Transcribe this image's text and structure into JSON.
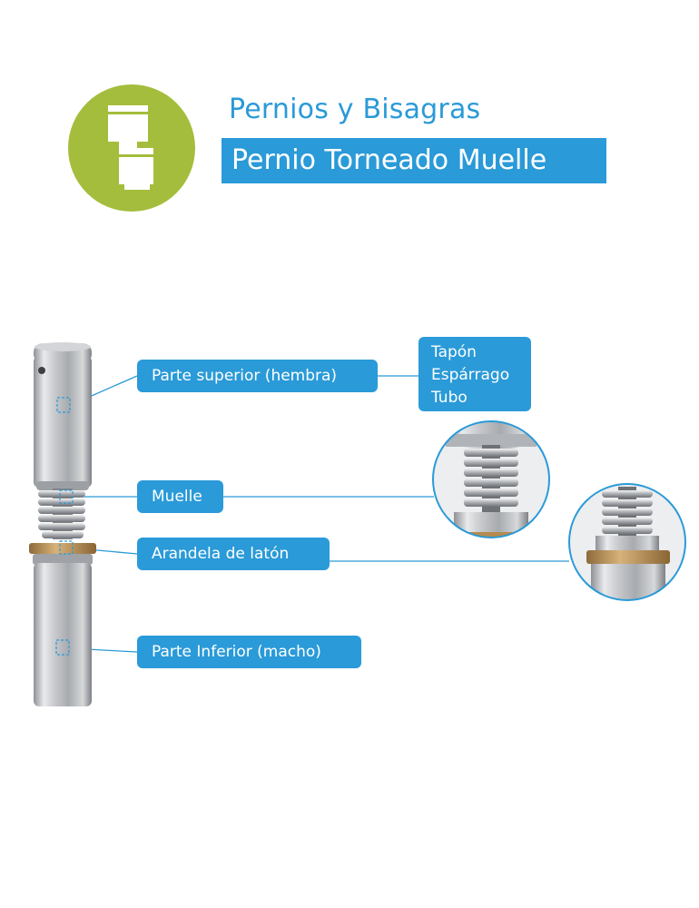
{
  "header": {
    "category": "Pernios y Bisagras",
    "product_title": "Pernio Torneado Muelle"
  },
  "labels": {
    "top_part": "Parte superior (hembra)",
    "spring": "Muelle",
    "washer": "Arandela de latón",
    "bottom_part": "Parte Inferior (macho)"
  },
  "top_part_components": [
    "Tapón",
    "Espárrago",
    "Tubo"
  ],
  "colors": {
    "accent_blue": "#2a9ad8",
    "logo_green": "#a4bd3c",
    "brass": "#b58a4e",
    "steel": "#b9bcc0"
  },
  "icons": {
    "logo": "hinge-icon"
  }
}
